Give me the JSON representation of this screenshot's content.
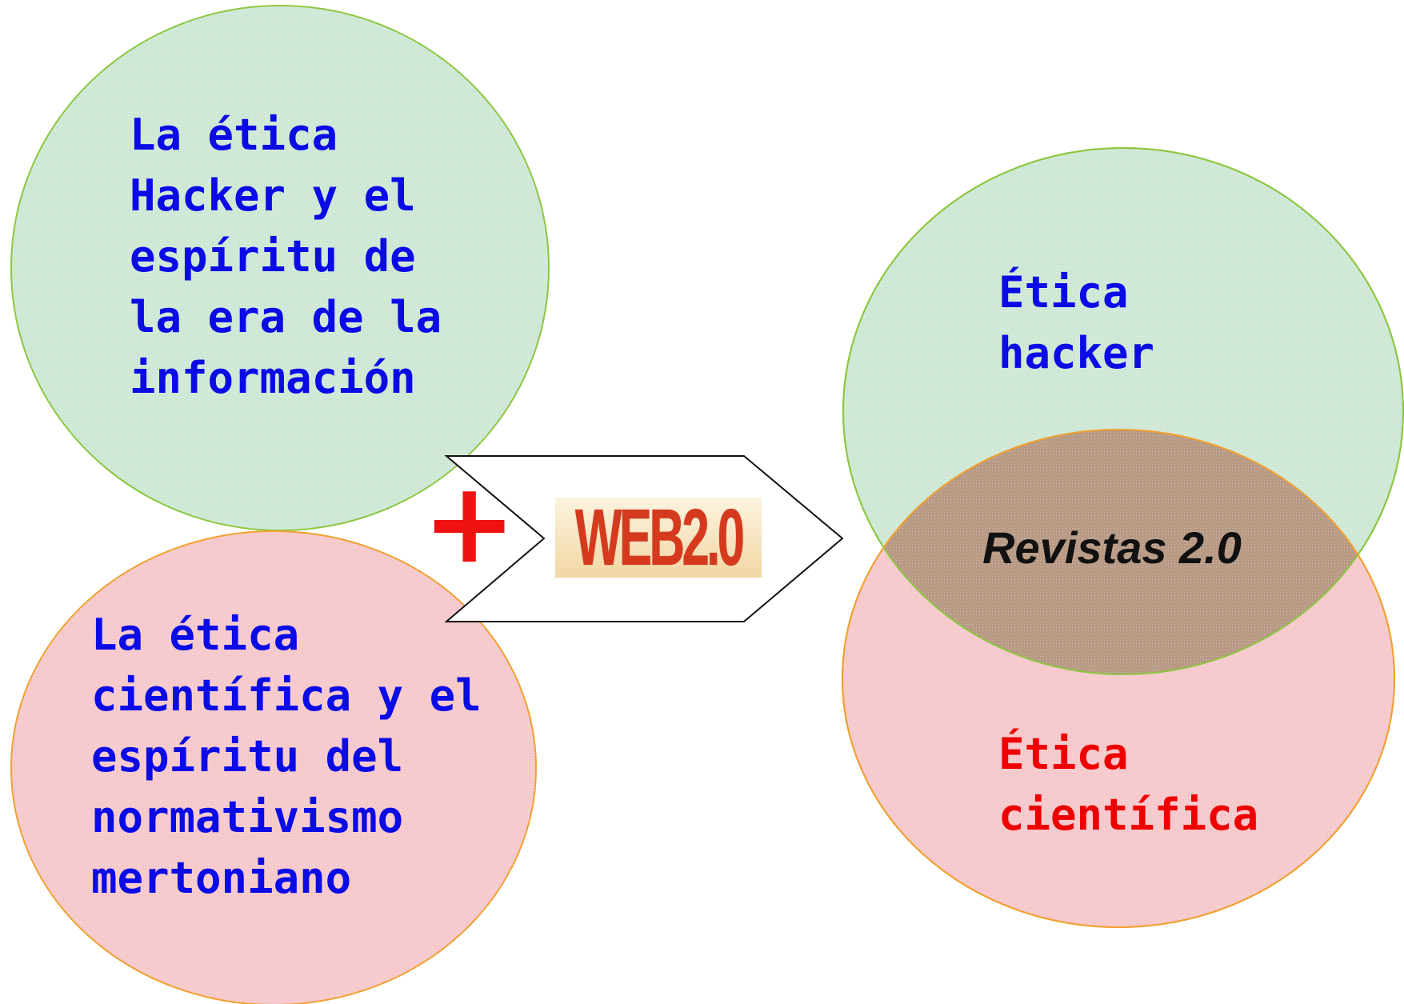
{
  "colors": {
    "green_fill": "#cfe8d6",
    "green_stroke": "#8cc63f",
    "pink_fill": "#f6c9cc",
    "pink_stroke": "#f0a030",
    "overlap_fill": "#b89a85",
    "blue_text": "#0b0be6",
    "red_text": "#ee0000",
    "plus_color": "#ee1111",
    "logo_red": "#d63a1e"
  },
  "left": {
    "top_circle_text": "La ética\nHacker y el\nespíritu de\nla era de la\ninformación",
    "bottom_circle_text": "La ética\ncientífica y el\nespíritu del\nnormativismo\nmertoniano"
  },
  "middle": {
    "plus": "+",
    "logo_text": "WEB2.0"
  },
  "right": {
    "hacker_text": "Ética\nhacker",
    "cientifica_text": "Ética\ncientífica",
    "overlap_text": "Revistas 2.0"
  }
}
